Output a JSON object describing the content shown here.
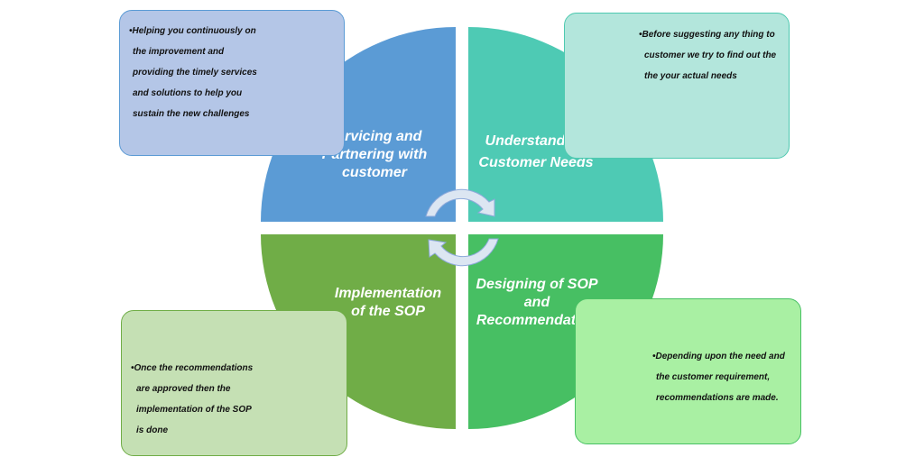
{
  "quadrants": {
    "top_left": {
      "lines": [
        "Servicing and",
        "Partnering with",
        "customer"
      ],
      "color": "#5b9bd5"
    },
    "top_right": {
      "lines": [
        "Understanding",
        "Customer Needs"
      ],
      "color": "#4ecab4"
    },
    "bottom_left": {
      "lines": [
        "Implementation",
        "of the SOP"
      ],
      "color": "#70ad47"
    },
    "bottom_right": {
      "lines": [
        "Designing of SOP",
        "and",
        "Recommendation"
      ],
      "color": "#47bf63"
    }
  },
  "boxes": {
    "top_left": {
      "lines": [
        "•Helping you continuously on",
        "the improvement and",
        "providing the timely services",
        "and solutions to help you",
        "sustain the new challenges"
      ]
    },
    "top_right": {
      "lines": [
        "•Before suggesting any thing to",
        "customer we try to find out the",
        "the your actual needs"
      ]
    },
    "bottom_left": {
      "lines": [
        "•Once the  recommendations",
        "are approved then the",
        "implementation of the SOP",
        "is done"
      ]
    },
    "bottom_right": {
      "lines": [
        "•Depending upon the need and",
        "the customer requirement,",
        "recommendations are made."
      ]
    }
  },
  "cycle_arrows": {
    "fill": "#dce6f2",
    "stroke": "#8eaadb"
  }
}
